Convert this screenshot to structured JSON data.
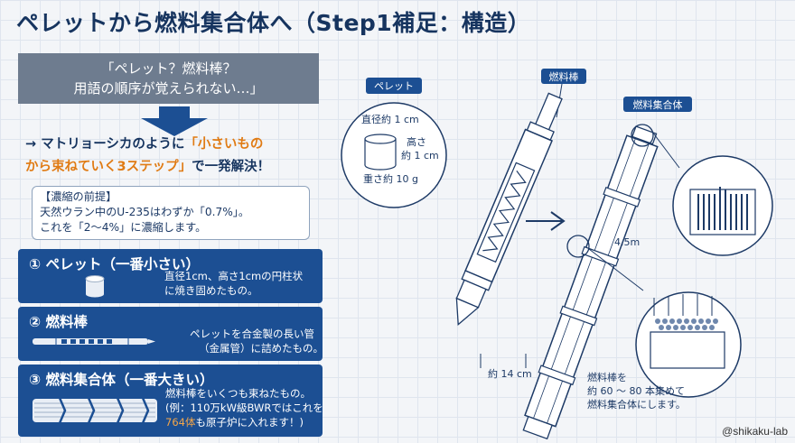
{
  "title": "ペレットから燃料集合体へ（Step1補足：構造）",
  "quote": {
    "line1": "「ペレット？燃料棒？",
    "line2": "用語の順序が覚えられない…」"
  },
  "solution": {
    "prefix": "→ マトリョーシカのように",
    "highlight1": "「小さいもの",
    "highlight2": "から束ねていく3ステップ」",
    "suffix": "で一発解決！"
  },
  "premise": {
    "heading": "【濃縮の前提】",
    "line1": "天然ウラン中のU-235はわずか「0.7%」。",
    "line2": "これを「2～4%」に濃縮します。"
  },
  "steps": [
    {
      "title": "① ペレット（一番小さい）",
      "desc1": "直径1cm、高さ1cmの円柱状",
      "desc2": "に焼き固めたもの。"
    },
    {
      "title": "② 燃料棒",
      "desc1": "ペレットを合金製の長い管",
      "desc2": "（金属管）に詰めたもの。"
    },
    {
      "title": "③ 燃料集合体（一番大きい）",
      "desc1": "燃料棒をいくつも束ねたもの。",
      "desc2a": "(例：110万kW級BWRではこれを",
      "desc3_num": "764体",
      "desc3_rest": "も原子炉に入れます！)"
    }
  ],
  "diagram": {
    "pellet_label": "ペレット",
    "diameter": "直径約 1 cm",
    "height1": "高さ",
    "height2": "約 1 cm",
    "weight": "重さ約 10 g",
    "rod_label": "燃料棒",
    "assembly_label": "燃料集合体",
    "length": "4.5m",
    "width": "約 14 cm",
    "note1": "燃料棒を",
    "note2": "約 60 ～ 80 本集めて",
    "note3": "燃料集合体にします。"
  },
  "credit": "@shikaku-lab",
  "colors": {
    "navy": "#16345f",
    "card": "#1c4f93",
    "orange": "#e07b14",
    "gray": "#6e7c8f"
  }
}
